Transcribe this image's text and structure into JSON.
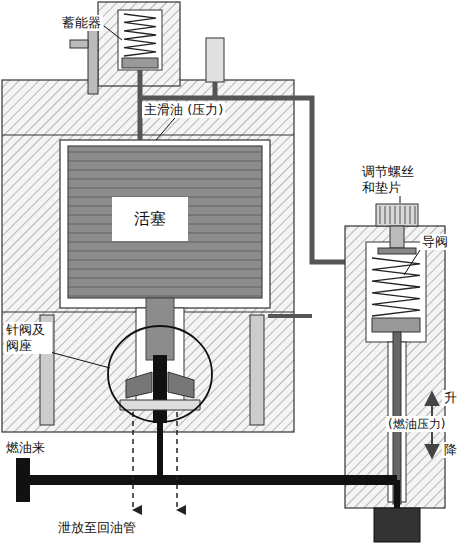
{
  "diagram": {
    "nodes": [
      {
        "text": [
          "活塞"
        ]
      }
    ],
    "labels": [
      "蓄能器",
      "主滑油 (压力)",
      "调节螺丝 和垫片",
      "导阀",
      "针阀及 阀座",
      "升",
      "(燃油压力)",
      "降",
      "燃油来",
      "泄放至回油管"
    ]
  }
}
